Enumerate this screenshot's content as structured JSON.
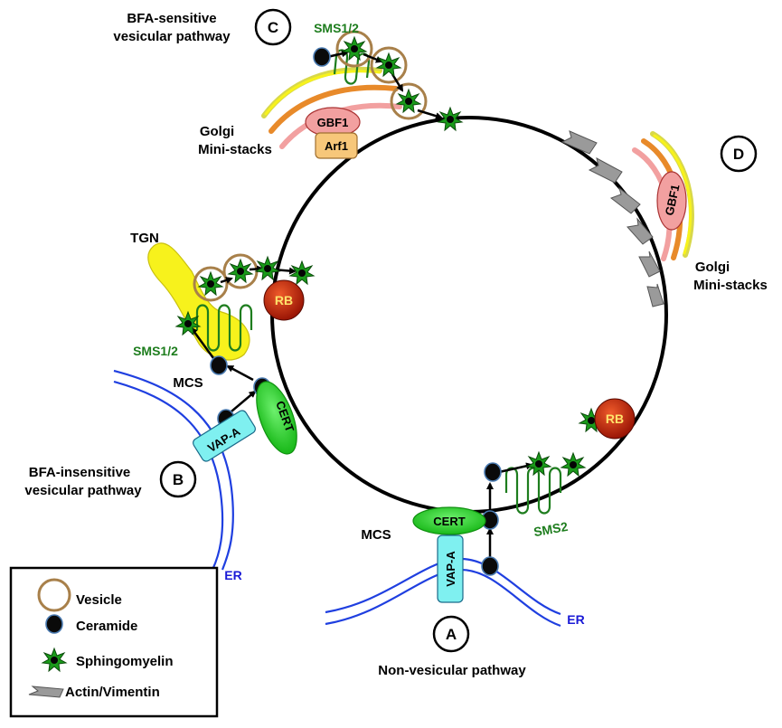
{
  "labels": {
    "bfa_sensitive": [
      "BFA-sensitive",
      "vesicular pathway"
    ],
    "bfa_insensitive": [
      "BFA-insensitive",
      "vesicular pathway"
    ],
    "golgi_left": [
      "Golgi",
      "Mini-stacks"
    ],
    "golgi_right": [
      "Golgi",
      "Mini-stacks"
    ],
    "tgn": "TGN",
    "mcs_left": "MCS",
    "mcs_bottom": "MCS",
    "sms12_top": "SMS1/2",
    "sms12_left": "SMS1/2",
    "sms2": "SMS2",
    "er_left": "ER",
    "er_bottom": "ER",
    "non_vesicular": "Non-vesicular pathway"
  },
  "markers": {
    "a": "A",
    "b": "B",
    "c": "C",
    "d": "D"
  },
  "proteins": {
    "gbf1_top": "GBF1",
    "arf1": "Arf1",
    "gbf1_right": "GBF1",
    "cert_left": "CERT",
    "vapa_left": "VAP-A",
    "cert_bottom": "CERT",
    "vapa_bottom": "VAP-A",
    "rb_left": "RB",
    "rb_right": "RB"
  },
  "legend": {
    "items": [
      {
        "icon": "vesicle-icon",
        "label": "Vesicle"
      },
      {
        "icon": "ceramide-icon",
        "label": "Ceramide"
      },
      {
        "icon": "sphingomyelin-icon",
        "label": "Sphingomyelin"
      },
      {
        "icon": "actin-vimentin-icon",
        "label": "Actin/Vimentin"
      }
    ]
  },
  "colors": {
    "membrane": "#000000",
    "er": "#1f3fe0",
    "sms_green": "#1e7d1e",
    "cert_green": "#2fd12f",
    "vapa_cyan": "#7ff0f0",
    "rb_red": "#c9240c",
    "vesicle_brown": "#a8804a",
    "tgn_yellow": "#f7f21c",
    "gbf1_pink": "#f2a0a0",
    "arf1_orange": "#f7c77a",
    "actin_gray": "#9a9a9a"
  }
}
